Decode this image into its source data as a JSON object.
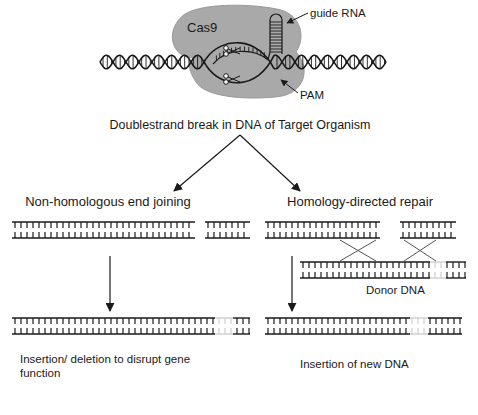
{
  "diagram": {
    "nodes": [
      {
        "text": [
          "Cas9"
        ]
      },
      {
        "text": [
          "Doublestrand break in DNA of Target Organism"
        ]
      },
      {
        "text": [
          "Non-homologous end joining"
        ]
      },
      {
        "text": [
          "Homology-directed repair"
        ]
      }
    ],
    "edges": [
      {
        "from": 1,
        "to": 2,
        "arrow": "to"
      },
      {
        "from": 1,
        "to": 3,
        "arrow": "to"
      }
    ],
    "labels": [
      "guide RNA",
      "PAM",
      "Donor DNA",
      "Insertion/ deletion to disrupt gene function",
      "Insertion of new DNA"
    ]
  }
}
